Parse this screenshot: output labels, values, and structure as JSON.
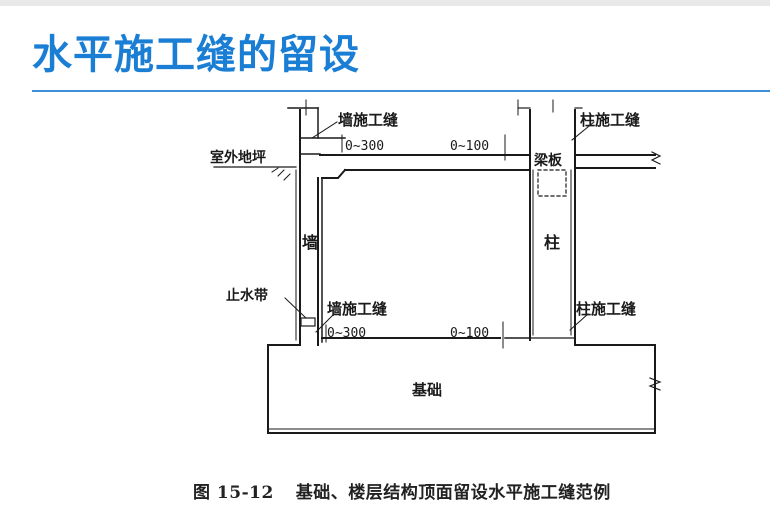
{
  "slide": {
    "title": "水平施工缝的留设"
  },
  "diagram": {
    "labels": {
      "wall_joint_top": "墙施工缝",
      "column_joint_top": "柱施工缝",
      "outdoor_ground": "室外地坪",
      "beam_slab": "梁板",
      "wall": "墙",
      "column": "柱",
      "waterstop": "止水带",
      "wall_joint_bottom": "墙施工缝",
      "column_joint_bottom": "柱施工缝",
      "foundation": "基础"
    },
    "dimensions": {
      "wall_top": "0~300",
      "column_top": "0~100",
      "wall_bottom": "0~300",
      "column_bottom": "0~100"
    },
    "caption_number": "图 15-12",
    "caption_text": "基础、楼层结构顶面留设水平施工缝范例"
  }
}
